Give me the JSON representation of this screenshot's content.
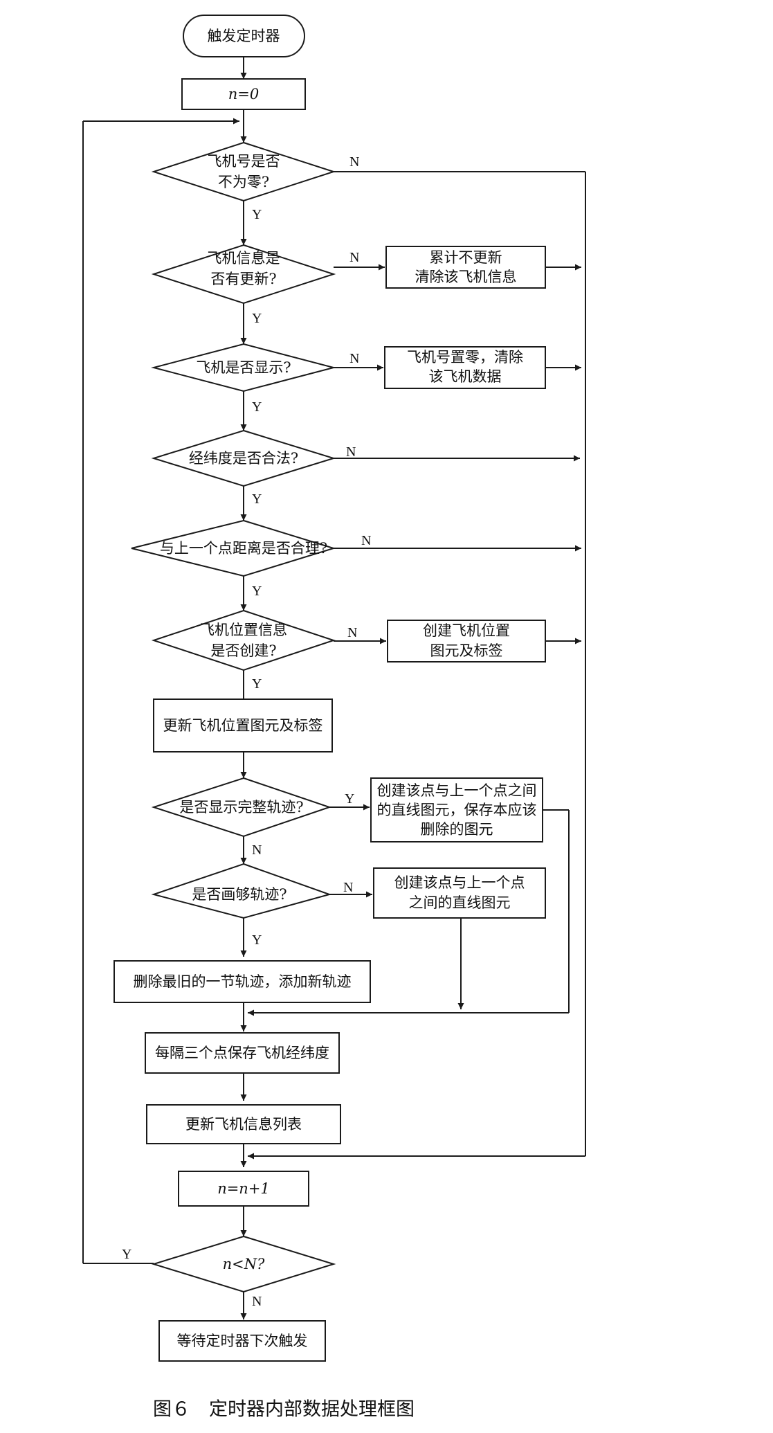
{
  "nodes": {
    "start": "触发定时器",
    "init": "n=0",
    "d_plane_id": [
      "飞机号是否",
      "不为零?"
    ],
    "d_info_updated": [
      "飞机信息是",
      "否有更新?"
    ],
    "p_accumulate": [
      "累计不更新",
      "清除该飞机信息"
    ],
    "d_displayed": "飞机是否显示?",
    "p_zero_id": [
      "飞机号置零，清除",
      "该飞机数据"
    ],
    "d_latlon_valid": "经纬度是否合法?",
    "d_distance_ok": "与上一个点距离是否合理?",
    "d_pos_created": [
      "飞机位置信息",
      "是否创建?"
    ],
    "p_create_pos": [
      "创建飞机位置",
      "图元及标签"
    ],
    "p_update_pos": "更新飞机位置图元及标签",
    "d_full_track": "是否显示完整轨迹?",
    "p_create_line_keep": [
      "创建该点与上一个点之间",
      "的直线图元，保存本应该",
      "删除的图元"
    ],
    "d_enough_track": "是否画够轨迹?",
    "p_create_line": [
      "创建该点与上一个点",
      "之间的直线图元"
    ],
    "p_delete_oldest": "删除最旧的一节轨迹，添加新轨迹",
    "p_save_latlon": "每隔三个点保存飞机经纬度",
    "p_update_list": "更新飞机信息列表",
    "p_increment": "n=n+1",
    "d_loop": "n<N?",
    "end": "等待定时器下次触发"
  },
  "branch_labels": {
    "yes": "Y",
    "no": "N"
  },
  "caption": "图６　定时器内部数据处理框图"
}
